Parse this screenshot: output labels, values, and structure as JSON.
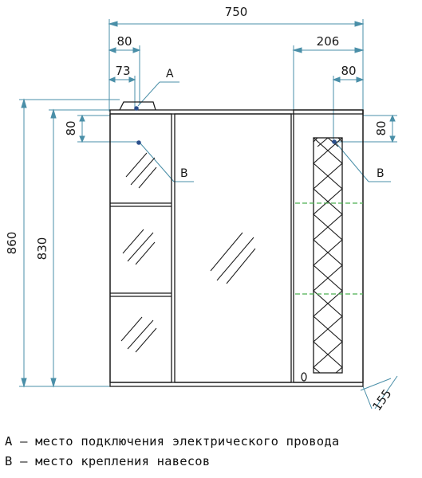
{
  "dimensions": {
    "overall_width": "750",
    "top_left_offset": "80",
    "connection_offset": "73",
    "right_cabinet_width": "206",
    "right_mount_offset": "80",
    "left_mount_height": "80",
    "right_mount_height": "80",
    "overall_height": "860",
    "body_height": "830",
    "depth": "155"
  },
  "callouts": {
    "a": "A",
    "b_left": "B",
    "b_right": "B"
  },
  "legend": {
    "a": "A – место подключения электрического провода",
    "b": "B – место крепления навесов"
  },
  "colors": {
    "dimension_lines": "#4a8fa8",
    "outline": "#1a1a1a",
    "shelf_marks": "#4caf50",
    "marker_dot": "#2b4f8c"
  }
}
